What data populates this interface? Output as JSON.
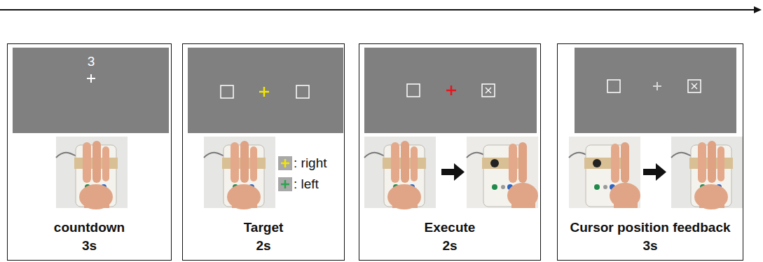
{
  "diagram": {
    "nodes": [
      {
        "text": [
          "countdown",
          "3s"
        ]
      },
      {
        "text": [
          "Target",
          "2s"
        ]
      },
      {
        "text": [
          "Execute",
          "2s"
        ]
      },
      {
        "text": [
          "Cursor position feedback",
          "3s"
        ]
      }
    ],
    "labels": [
      "3"
    ],
    "legend": [
      {
        "text": ": right",
        "color": "#f2e600"
      },
      {
        "text": ": left",
        "color": "#2ca44e"
      }
    ]
  }
}
